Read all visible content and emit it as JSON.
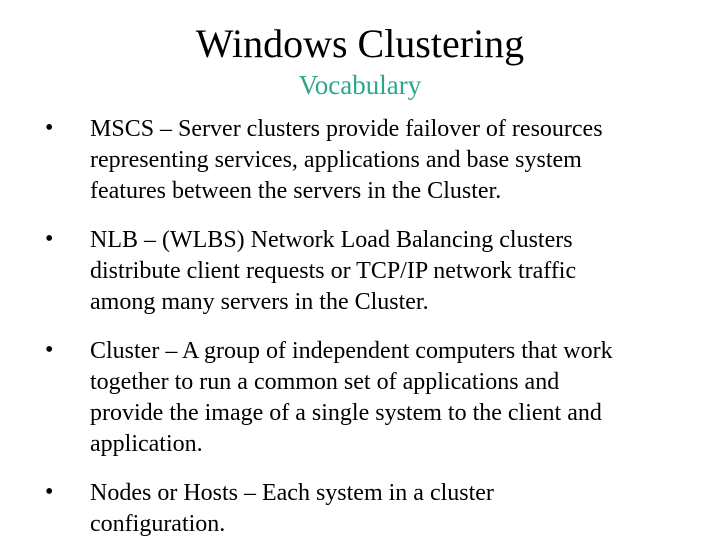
{
  "slide": {
    "title": "Windows Clustering",
    "subtitle": "Vocabulary",
    "bullet_glyph": "•",
    "bullets": [
      {
        "text": "MSCS – Server clusters provide failover of resources\nrepresenting services, applications and base system\nfeatures between the servers in the Cluster."
      },
      {
        "text": "NLB – (WLBS) Network Load Balancing clusters\ndistribute client requests or TCP/IP network traffic\namong many servers in the Cluster."
      },
      {
        "text": "Cluster – A group of independent computers that work\ntogether to run a common set of applications and\nprovide the image of a single system to the client and\napplication."
      },
      {
        "text": "Nodes or Hosts – Each system in a cluster\nconfiguration."
      }
    ],
    "colors": {
      "background": "#FFFFFF",
      "title_text": "#000000",
      "subtitle_text": "#2EA68E",
      "body_text": "#000000"
    }
  }
}
